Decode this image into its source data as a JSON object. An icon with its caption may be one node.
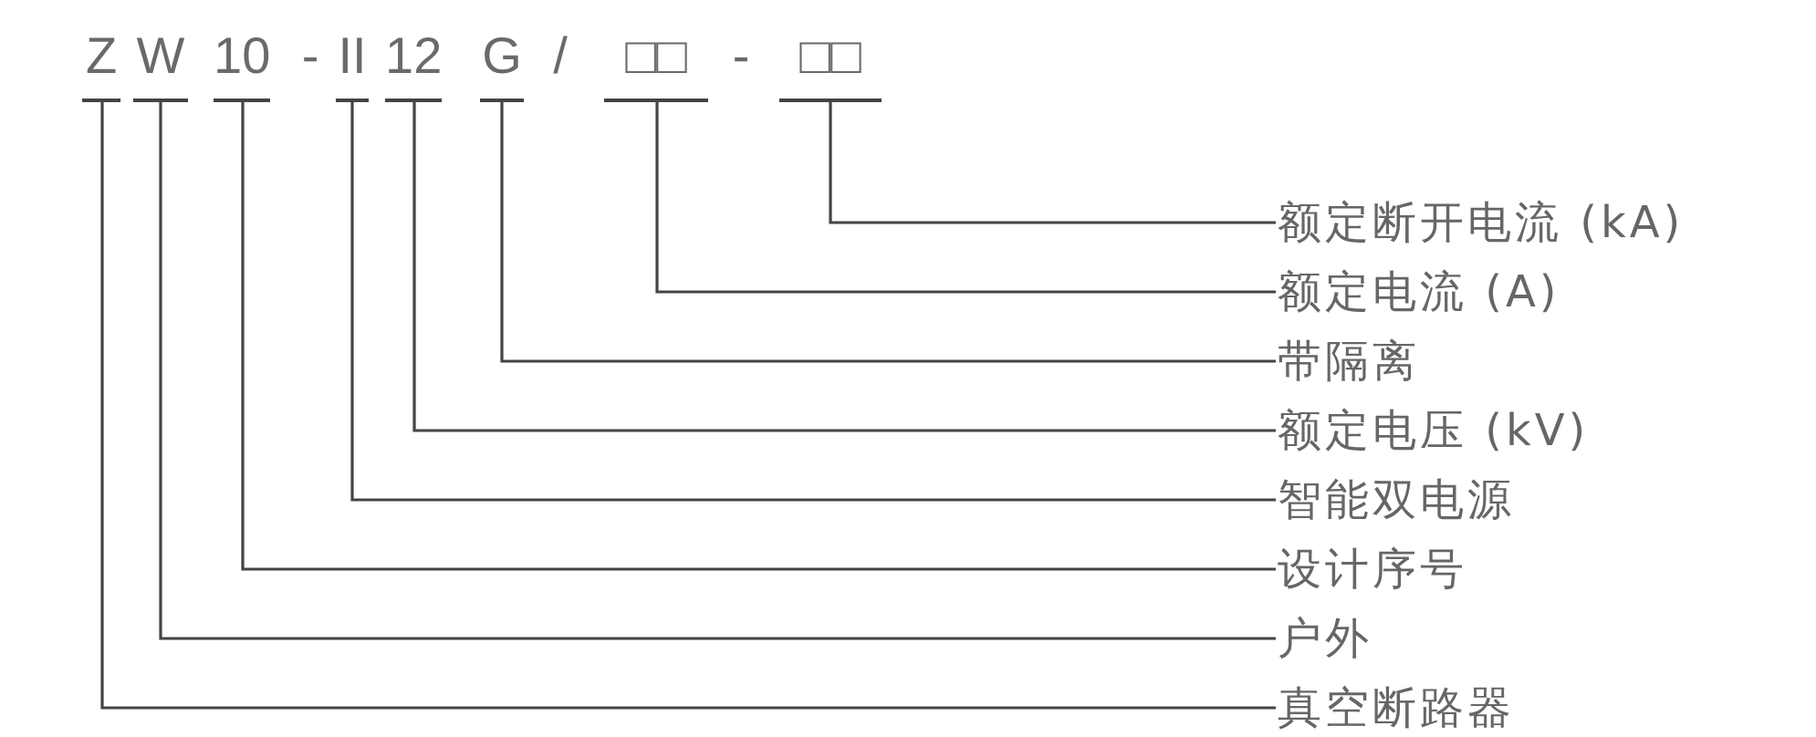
{
  "diagram": {
    "nodes": [
      {
        "text": [
          "Z"
        ]
      },
      {
        "text": [
          "W"
        ]
      },
      {
        "text": [
          "10"
        ]
      },
      {
        "text": [
          "II"
        ]
      },
      {
        "text": [
          "12"
        ]
      },
      {
        "text": [
          "G"
        ]
      },
      {
        "text": [
          "□□"
        ]
      },
      {
        "text": [
          "□□"
        ]
      },
      {
        "text": [
          "额定断开电流 (kA)"
        ]
      },
      {
        "text": [
          "额定电流 (A)"
        ]
      },
      {
        "text": [
          "带隔离"
        ]
      },
      {
        "text": [
          "额定电压 (kV)"
        ]
      },
      {
        "text": [
          "智能双电源"
        ]
      },
      {
        "text": [
          "设计序号"
        ]
      },
      {
        "text": [
          "户外"
        ]
      },
      {
        "text": [
          "真空断路器"
        ]
      }
    ],
    "edges": [
      {
        "from": 0,
        "to": 15,
        "arrow": "none"
      },
      {
        "from": 1,
        "to": 14,
        "arrow": "none"
      },
      {
        "from": 2,
        "to": 13,
        "arrow": "none"
      },
      {
        "from": 3,
        "to": 12,
        "arrow": "none"
      },
      {
        "from": 4,
        "to": 11,
        "arrow": "none"
      },
      {
        "from": 5,
        "to": 10,
        "arrow": "none"
      },
      {
        "from": 6,
        "to": 9,
        "arrow": "none"
      },
      {
        "from": 7,
        "to": 8,
        "arrow": "none"
      }
    ],
    "labels": [
      "-",
      "/",
      "-"
    ]
  }
}
